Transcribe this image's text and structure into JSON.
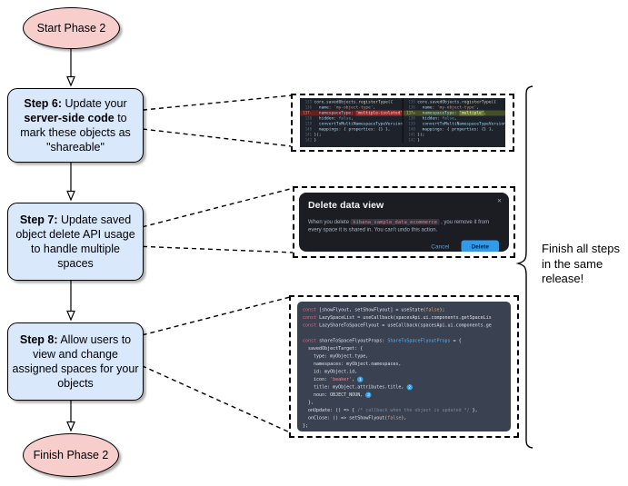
{
  "flowchart": {
    "start": {
      "label": "Start Phase 2"
    },
    "step6": {
      "bold1": "Step 6:",
      "text1": " Update your ",
      "bold2": "server-side code",
      "text2": " to mark these objects as \"shareable\""
    },
    "step7": {
      "bold1": "Step 7:",
      "text1": " Update saved object delete API usage to handle multiple spaces"
    },
    "step8": {
      "bold1": "Step 8:",
      "text1": " Allow users to view and change assigned spaces for your objects"
    },
    "finish": {
      "label": "Finish Phase 2"
    },
    "note": {
      "line1": "Finish all steps",
      "line2": "in the same",
      "line3": "release!"
    }
  },
  "colors": {
    "node_fill_blue": "#dae8fc",
    "node_fill_pink": "#f8cecc",
    "diff_removed_bg": "#63201f",
    "diff_added_bg": "#474f28",
    "modal_primary": "#2f9bea",
    "badge_blue": "#36a2ef"
  },
  "panels": {
    "diff": {
      "left_lines": [
        {
          "num": "135",
          "segs": [
            {
              "t": "core.savedObjects.",
              "c": "pl"
            },
            {
              "t": "registerType",
              "c": "fn"
            },
            {
              "t": "({",
              "c": "pl"
            }
          ]
        },
        {
          "num": "136",
          "segs": [
            {
              "t": "  name",
              "c": "pr"
            },
            {
              "t": ": ",
              "c": "pl"
            },
            {
              "t": "'my-object-type'",
              "c": "st"
            },
            {
              "t": ",",
              "c": "pl"
            }
          ]
        },
        {
          "num": "137-",
          "mod": "rm",
          "segs": [
            {
              "t": "  namespaceType",
              "c": "pr"
            },
            {
              "t": ": ",
              "c": "pl"
            },
            {
              "t": "'multiple-isolated'",
              "c": "strm"
            },
            {
              "t": ",",
              "c": "pl"
            }
          ]
        },
        {
          "num": "138",
          "segs": [
            {
              "t": "  hidden",
              "c": "pr"
            },
            {
              "t": ": ",
              "c": "pl"
            },
            {
              "t": "false",
              "c": "kw"
            },
            {
              "t": ",",
              "c": "pl"
            }
          ]
        },
        {
          "num": "139",
          "segs": [
            {
              "t": "  convertToMultiNamespaceTypeVersion",
              "c": "pr"
            },
            {
              "t": ": ",
              "c": "pl"
            },
            {
              "t": "'",
              "c": "st"
            }
          ]
        },
        {
          "num": "140",
          "segs": [
            {
              "t": "  mappings",
              "c": "pr"
            },
            {
              "t": ": { ",
              "c": "pl"
            },
            {
              "t": "properties",
              "c": "pr"
            },
            {
              "t": ": {} },",
              "c": "pl"
            }
          ]
        },
        {
          "num": "141",
          "segs": [
            {
              "t": "});",
              "c": "pl"
            }
          ]
        },
        {
          "num": "142",
          "segs": [
            {
              "t": "}",
              "c": "pl"
            }
          ]
        }
      ],
      "right_lines": [
        {
          "num": "135",
          "segs": [
            {
              "t": "core.savedObjects.",
              "c": "pl"
            },
            {
              "t": "registerType",
              "c": "fn"
            },
            {
              "t": "({",
              "c": "pl"
            }
          ]
        },
        {
          "num": "136",
          "segs": [
            {
              "t": "  name",
              "c": "pr"
            },
            {
              "t": ": ",
              "c": "pl"
            },
            {
              "t": "'my-object-type'",
              "c": "st"
            },
            {
              "t": ",",
              "c": "pl"
            }
          ]
        },
        {
          "num": "137+",
          "mod": "ad",
          "segs": [
            {
              "t": "  namespaceType",
              "c": "pr"
            },
            {
              "t": ": ",
              "c": "pl"
            },
            {
              "t": "'multiple'",
              "c": "stad"
            },
            {
              "t": ",",
              "c": "pl"
            }
          ]
        },
        {
          "num": "138",
          "segs": [
            {
              "t": "  hidden",
              "c": "pr"
            },
            {
              "t": ": ",
              "c": "pl"
            },
            {
              "t": "false",
              "c": "kw"
            },
            {
              "t": ",",
              "c": "pl"
            }
          ]
        },
        {
          "num": "139",
          "segs": [
            {
              "t": "  convertToMultiNamespaceTypeVersion",
              "c": "pr"
            },
            {
              "t": ": ",
              "c": "pl"
            },
            {
              "t": "'",
              "c": "st"
            }
          ]
        },
        {
          "num": "140",
          "segs": [
            {
              "t": "  mappings",
              "c": "pr"
            },
            {
              "t": ": { ",
              "c": "pl"
            },
            {
              "t": "properties",
              "c": "pr"
            },
            {
              "t": ": {} },",
              "c": "pl"
            }
          ]
        },
        {
          "num": "141",
          "segs": [
            {
              "t": "});",
              "c": "pl"
            }
          ]
        },
        {
          "num": "142",
          "segs": [
            {
              "t": "}",
              "c": "pl"
            }
          ]
        }
      ]
    },
    "modal": {
      "title": "Delete data view",
      "close_icon": "×",
      "body_pre": "When you delete ",
      "body_code": "kibana_sample_data_ecommerce",
      "body_post": " , you remove it from every space it is shared in. You can't undo this action.",
      "cancel_label": "Cancel",
      "delete_label": "Delete"
    },
    "code": {
      "lines": [
        {
          "segs": [
            {
              "t": "const",
              "c": "kw"
            },
            {
              "t": " [showFlyout, setShowFlyout] = useState(",
              "c": "pl"
            },
            {
              "t": "false",
              "c": "lit"
            },
            {
              "t": ");",
              "c": "pl"
            }
          ]
        },
        {
          "segs": [
            {
              "t": "const",
              "c": "kw"
            },
            {
              "t": " LazySpaceList = useCallback(spacesApi.ui.components.getSpaceLis",
              "c": "pl"
            }
          ]
        },
        {
          "segs": [
            {
              "t": "const",
              "c": "kw"
            },
            {
              "t": " LazyShareToSpaceFlyout = useCallback(spacesApi.ui.components.ge",
              "c": "pl"
            }
          ]
        },
        {
          "segs": []
        },
        {
          "segs": [
            {
              "t": "const",
              "c": "kw"
            },
            {
              "t": " shareToSpaceFlyoutProps: ",
              "c": "pl"
            },
            {
              "t": "ShareToSpaceFlyoutProps",
              "c": "ty"
            },
            {
              "t": " = {",
              "c": "pl"
            }
          ]
        },
        {
          "segs": [
            {
              "t": "  savedObjectTarget: {",
              "c": "pl"
            }
          ]
        },
        {
          "segs": [
            {
              "t": "    type: myObject.type,",
              "c": "pl"
            }
          ]
        },
        {
          "segs": [
            {
              "t": "    namespaces: myObject.namespaces,",
              "c": "pl"
            }
          ]
        },
        {
          "segs": [
            {
              "t": "    id: myObject.id,",
              "c": "pl"
            }
          ]
        },
        {
          "segs": [
            {
              "t": "    icon: ",
              "c": "pl"
            },
            {
              "t": "'beaker'",
              "c": "st"
            },
            {
              "t": ", ",
              "c": "pl"
            },
            {
              "t": "1",
              "c": "badge"
            }
          ]
        },
        {
          "segs": [
            {
              "t": "    title: myObject.attributes.title, ",
              "c": "pl"
            },
            {
              "t": "2",
              "c": "badge"
            }
          ]
        },
        {
          "segs": [
            {
              "t": "    noun: OBJECT_NOUN, ",
              "c": "pl"
            },
            {
              "t": "3",
              "c": "badge"
            }
          ]
        },
        {
          "segs": [
            {
              "t": "  },",
              "c": "pl"
            }
          ]
        },
        {
          "segs": [
            {
              "t": "  onUpdate: () => { ",
              "c": "pl"
            },
            {
              "t": "/* callback when the object is updated */",
              "c": "cm"
            },
            {
              "t": " },",
              "c": "pl"
            }
          ]
        },
        {
          "segs": [
            {
              "t": "  onClose: () => setShowFlyout(",
              "c": "pl"
            },
            {
              "t": "false",
              "c": "lit"
            },
            {
              "t": "),",
              "c": "pl"
            }
          ]
        },
        {
          "segs": [
            {
              "t": "};",
              "c": "pl"
            }
          ]
        }
      ]
    }
  }
}
